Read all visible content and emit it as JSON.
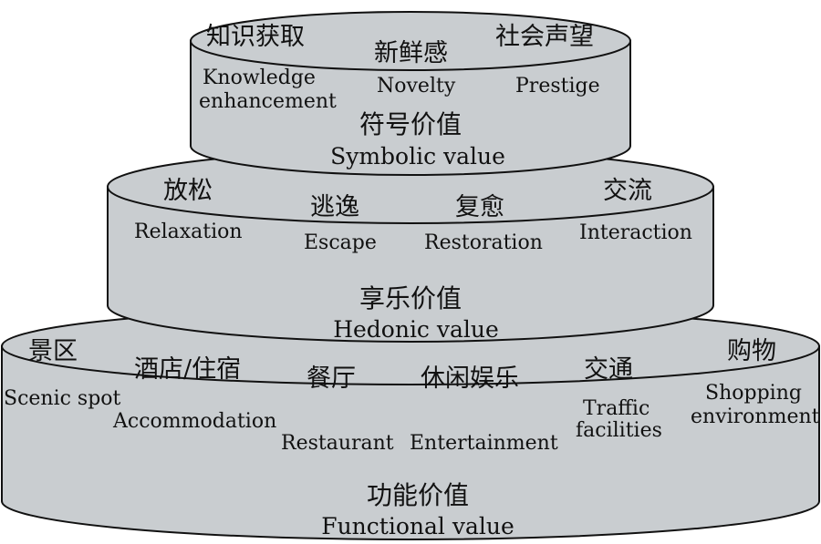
{
  "tiers": {
    "symbolic": {
      "title_zh": "符号价值",
      "title_en": "Symbolic value",
      "items": [
        {
          "zh": "知识获取",
          "en1": "Knowledge",
          "en2": "enhancement"
        },
        {
          "zh": "新鲜感",
          "en": "Novelty"
        },
        {
          "zh": "社会声望",
          "en": "Prestige"
        }
      ]
    },
    "hedonic": {
      "title_zh": "享乐价值",
      "title_en": "Hedonic value",
      "items": [
        {
          "zh": "放松",
          "en": "Relaxation"
        },
        {
          "zh": "逃逸",
          "en": "Escape"
        },
        {
          "zh": "复愈",
          "en": "Restoration"
        },
        {
          "zh": "交流",
          "en": "Interaction"
        }
      ]
    },
    "functional": {
      "title_zh": "功能价值",
      "title_en": "Functional value",
      "items": [
        {
          "zh": "景区",
          "en": "Scenic spot"
        },
        {
          "zh": "酒店/住宿",
          "en": "Accommodation"
        },
        {
          "zh": "餐厅",
          "en": "Restaurant"
        },
        {
          "zh": "休闲娱乐",
          "en": "Entertainment"
        },
        {
          "zh": "交通",
          "en1": "Traffic",
          "en2": "facilities"
        },
        {
          "zh": "购物",
          "en1": "Shopping",
          "en2": "environment"
        }
      ]
    }
  }
}
